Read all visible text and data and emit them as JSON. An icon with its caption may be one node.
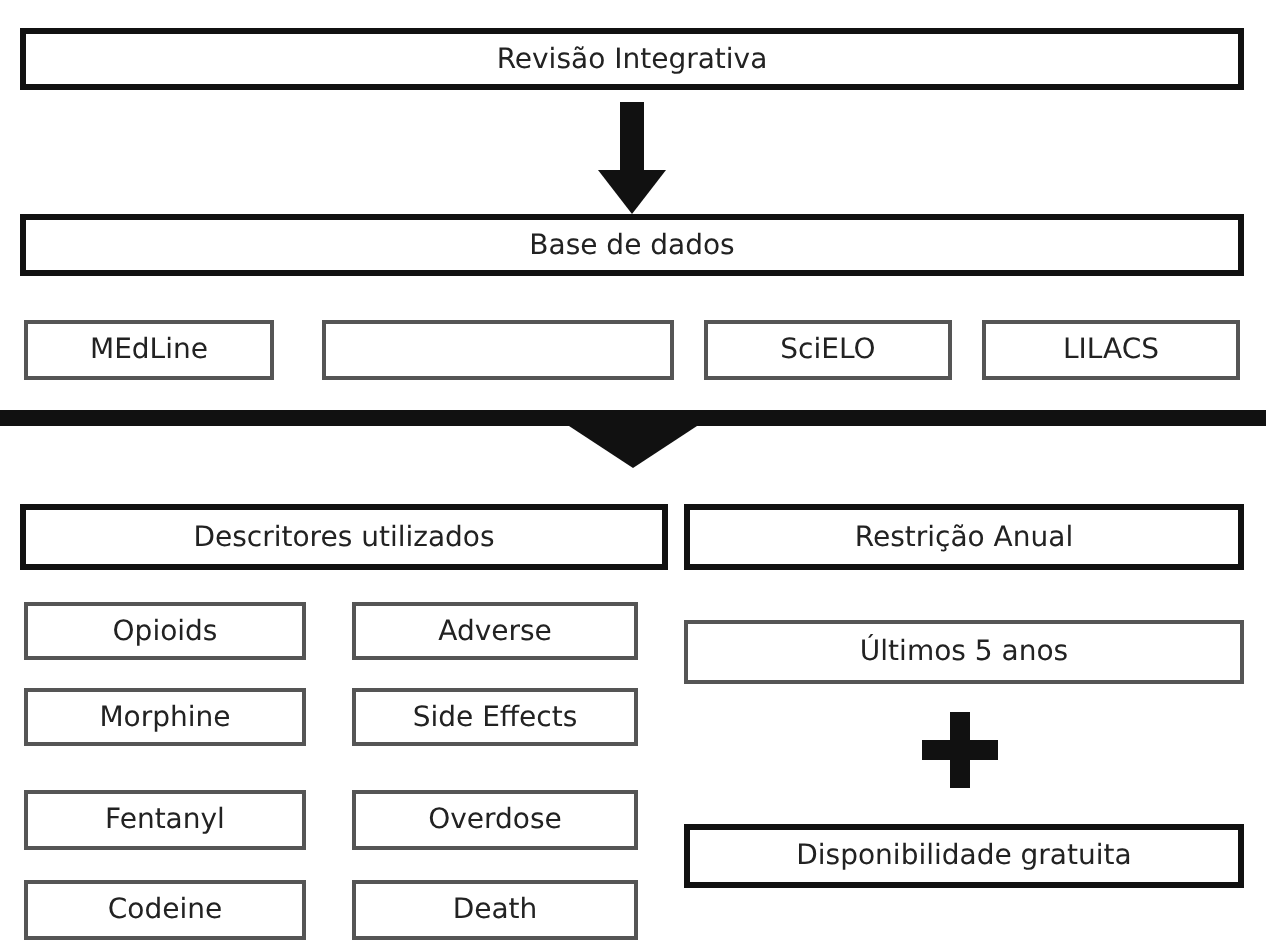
{
  "diagram": {
    "nodes": [
      {
        "text": [
          "Revisão Integrativa"
        ]
      },
      {
        "text": [
          "Base de dados"
        ]
      },
      {
        "text": [
          "MEdLine"
        ]
      },
      {
        "text": [],
        "shape": "box"
      },
      {
        "text": [
          "SciELO"
        ]
      },
      {
        "text": [
          "LILACS"
        ]
      },
      {
        "text": [],
        "shape": "bar"
      },
      {
        "text": [
          "Descritores utilizados"
        ]
      },
      {
        "text": [
          "Restrição Anual"
        ]
      },
      {
        "text": [
          "Opioids"
        ]
      },
      {
        "text": [
          "Adverse"
        ]
      },
      {
        "text": [
          "Últimos 5 anos"
        ]
      },
      {
        "text": [
          "Morphine"
        ]
      },
      {
        "text": [
          "Side Effects"
        ]
      },
      {
        "text": [
          "Fentanyl"
        ]
      },
      {
        "text": [
          "Overdose"
        ]
      },
      {
        "text": [
          "Disponibilidade gratuita"
        ]
      },
      {
        "text": [
          "Codeine"
        ]
      },
      {
        "text": [
          "Death"
        ]
      }
    ],
    "edges": [
      {
        "from": 0,
        "to": 1,
        "arrow": "to"
      }
    ]
  }
}
